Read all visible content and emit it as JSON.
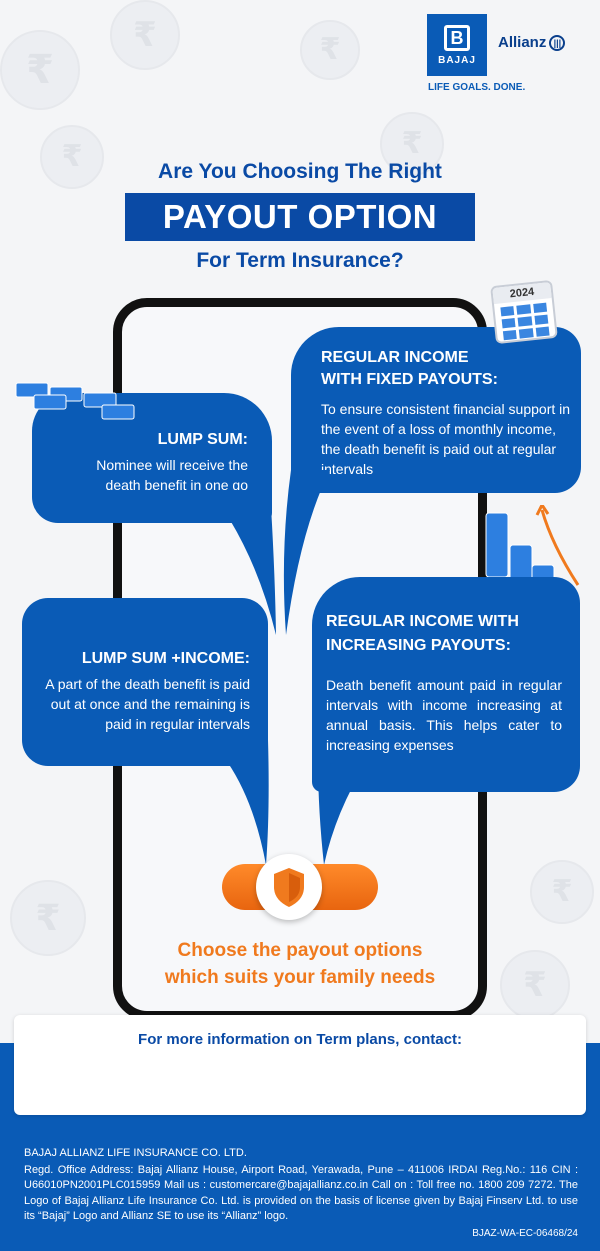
{
  "brand": {
    "logo_word": "BAJAJ",
    "partner": "Allianz",
    "tagline": "LIFE GOALS. DONE."
  },
  "headline": {
    "line1": "Are You Choosing The Right",
    "banner": "PAYOUT OPTION",
    "line3": "For Term Insurance?"
  },
  "options": {
    "lump_sum": {
      "title": "LUMP SUM:",
      "text": "Nominee will receive the death benefit in one go"
    },
    "regular_fixed": {
      "title_line1": "REGULAR INCOME",
      "title_line2": "WITH FIXED PAYOUTS:",
      "text": "To ensure consistent financial support in the event of a loss of monthly income, the death benefit is paid out at regular intervals"
    },
    "lump_sum_income": {
      "title": "LUMP SUM +INCOME:",
      "text": "A part of the death benefit is paid out at once and the remaining is paid in regular intervals"
    },
    "regular_increasing": {
      "title_line1": "REGULAR INCOME WITH",
      "title_line2": "INCREASING PAYOUTS:",
      "text": "Death benefit amount paid in regular intervals with income increasing at annual basis. This helps cater to increasing expenses"
    }
  },
  "calendar_year": "2024",
  "cta": {
    "line1": "Choose the payout options",
    "line2": "which suits your family needs"
  },
  "contact": {
    "title": "For more information on Term plans, contact:"
  },
  "footer": {
    "company": "BAJAJ ALLIANZ LIFE INSURANCE CO. LTD.",
    "body": "Regd. Office Address: Bajaj Allianz House, Airport Road, Yerawada, Pune – 411006 IRDAI Reg.No.: 116 CIN : U66010PN2001PLC015959 Mail us : customercare@bajajallianz.co.in Call on : Toll free no. 1800 209 7272. The Logo of Bajaj Allianz Life Insurance Co. Ltd. is provided on the basis of license given by Bajaj Finserv Ltd. to use its “Bajaj” Logo and Allianz SE to use its “Allianz” logo.",
    "code": "BJAZ-WA-EC-06468/24"
  },
  "colors": {
    "primary_blue": "#0a5bb6",
    "heading_blue": "#0a4aa5",
    "accent_orange": "#f07a1e"
  },
  "icons": {
    "shield": "shield-icon",
    "calendar": "calendar-icon",
    "money_stack": "money-stack-icon",
    "growth_arrow": "growth-arrow-icon"
  }
}
